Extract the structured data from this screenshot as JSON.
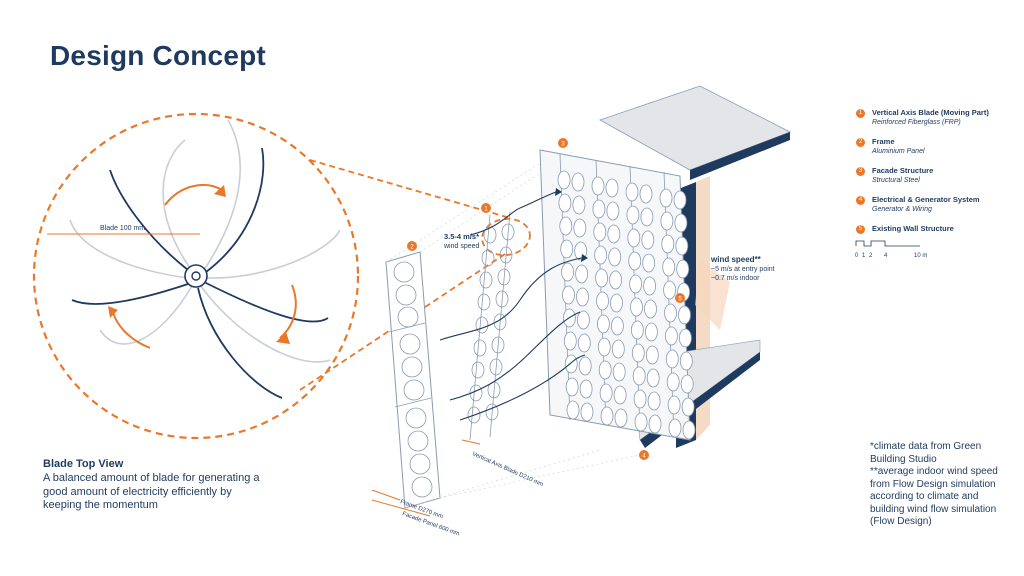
{
  "title": "Design Concept",
  "blade_diagram": {
    "blade_label": "Blade 100 mm"
  },
  "blade_top_view": {
    "title": "Blade Top View",
    "description": "A balanced amount of blade for generating a good amount of electricity efficiently by keeping the momentum"
  },
  "annotations": {
    "wind_inlet_speed": "3.5-4 m/s*",
    "wind_inlet_label": "wind speed",
    "wind_speed_title": "wind speed**",
    "wind_speed_entry": "~5 m/s at entry point",
    "wind_speed_indoor": "~0.7 m/s indoor",
    "frame_dim": "Frame D270 mm",
    "facade_dim": "Facade Panel 600 mm",
    "blade_dim": "Vertical Axis Blade D210 mm"
  },
  "markers": [
    "1",
    "2",
    "3",
    "4",
    "5"
  ],
  "legend": [
    {
      "num": "1",
      "title": "Vertical Axis Blade (Moving Part)",
      "subtitle": "Reinforced Fiberglass (FRP)"
    },
    {
      "num": "2",
      "title": "Frame",
      "subtitle": "Aluminium Panel"
    },
    {
      "num": "3",
      "title": "Facade Structure",
      "subtitle": "Structural Steel"
    },
    {
      "num": "4",
      "title": "Electrical & Generator System",
      "subtitle": "Generator & Wiring"
    },
    {
      "num": "5",
      "title": "Existing Wall Structure",
      "subtitle": ""
    }
  ],
  "scale_bar": {
    "ticks": [
      "0",
      "1",
      "2",
      "4",
      "10 m"
    ]
  },
  "notes": [
    "*climate data from Green Building Studio",
    "**average indoor wind speed from Flow Design simulation according to climate and building wind flow simulation (Flow Design)"
  ],
  "colors": {
    "navy": "#1f3a5f",
    "orange": "#e8782a",
    "line": "#8a9bb0",
    "grey": "#d7dadf"
  }
}
